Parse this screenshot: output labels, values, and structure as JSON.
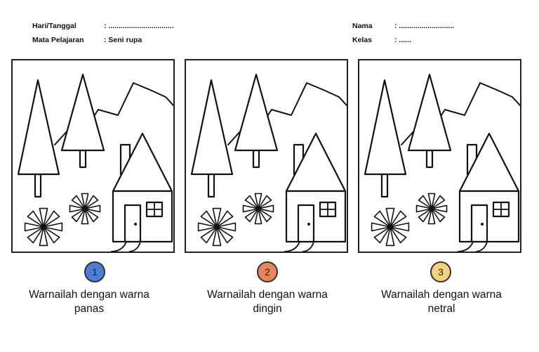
{
  "header": {
    "hari_label": "Hari/Tanggal",
    "hari_value": ": ................................",
    "mapel_label": "Mata Pelajaran",
    "mapel_value": ": Seni rupa",
    "nama_label": "Nama",
    "nama_value": ": ...........................",
    "kelas_label": "Kelas",
    "kelas_value": ": ......"
  },
  "tasks": [
    {
      "number": "1",
      "line1": "Warnailah dengan warna",
      "line2": "panas",
      "badge_color": "#4a7fd4"
    },
    {
      "number": "2",
      "line1": "Warnailah dengan warna",
      "line2": "dingin",
      "badge_color": "#e8865a"
    },
    {
      "number": "3",
      "line1": "Warnailah dengan warna",
      "line2": "netral",
      "badge_color": "#f2d27a"
    }
  ]
}
